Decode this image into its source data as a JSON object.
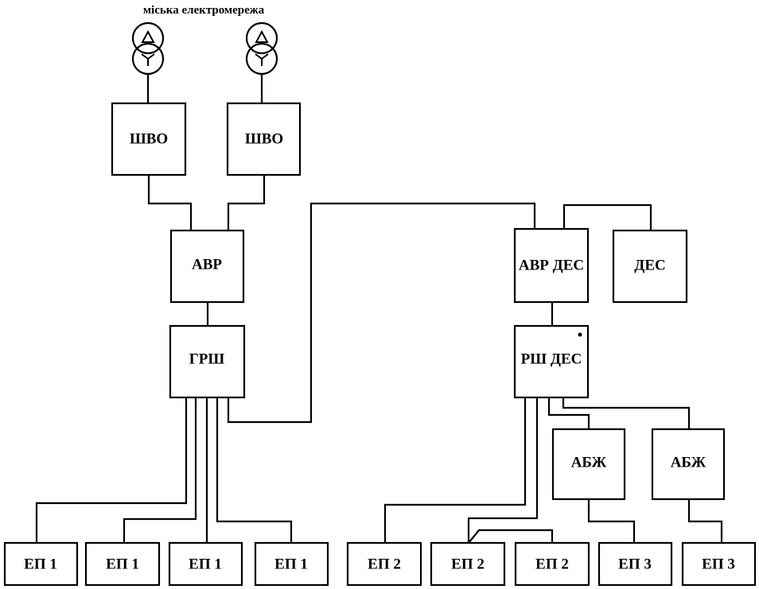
{
  "grid_label": "міська електромережа",
  "boxes": {
    "shvo_left": "ШВО",
    "shvo_right": "ШВО",
    "avr": "АВР",
    "grsh": "ГРШ",
    "avr_des": "АВР ДЕС",
    "des": "ДЕС",
    "rsh_des": "РШ ДЕС",
    "abzh_1": "АБЖ",
    "abzh_2": "АБЖ",
    "ep_1a": "ЕП 1",
    "ep_1b": "ЕП 1",
    "ep_1c": "ЕП 1",
    "ep_1d": "ЕП 1",
    "ep_2a": "ЕП 2",
    "ep_2b": "ЕП 2",
    "ep_2c": "ЕП 2",
    "ep_3a": "ЕП 3",
    "ep_3b": "ЕП 3"
  }
}
